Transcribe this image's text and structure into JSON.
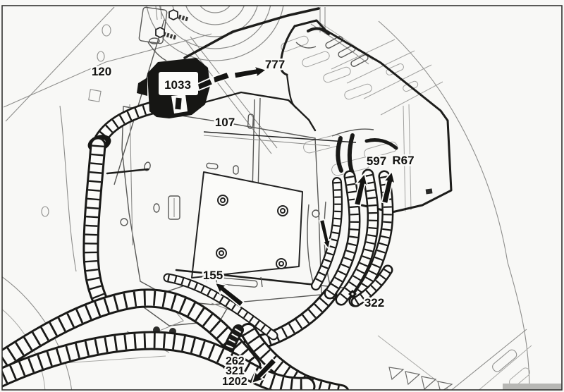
{
  "figure": {
    "kind": "scanned technical illustration",
    "subject": "Engine compartment wiring-harness routing with numbered callouts",
    "background_color": "#f8f8f6",
    "line_color": "#1d1d1b",
    "scan_mark_color": "#b7b7b4"
  },
  "callouts": {
    "c120": "120",
    "c1033": "1033",
    "c777": "777",
    "c107": "107",
    "c597": "597",
    "r67": "R67",
    "c155": "155",
    "c322": "322",
    "c262": "262",
    "c321": "321",
    "c1202": "1202"
  },
  "arrows": [
    {
      "at": "777",
      "direction": "right"
    },
    {
      "at": "597",
      "direction": "up"
    },
    {
      "at": "R67",
      "direction": "up"
    },
    {
      "at": "155",
      "direction": "up-left"
    },
    {
      "at": "322",
      "direction": "down"
    },
    {
      "at": "1202",
      "direction": "down-left"
    }
  ]
}
